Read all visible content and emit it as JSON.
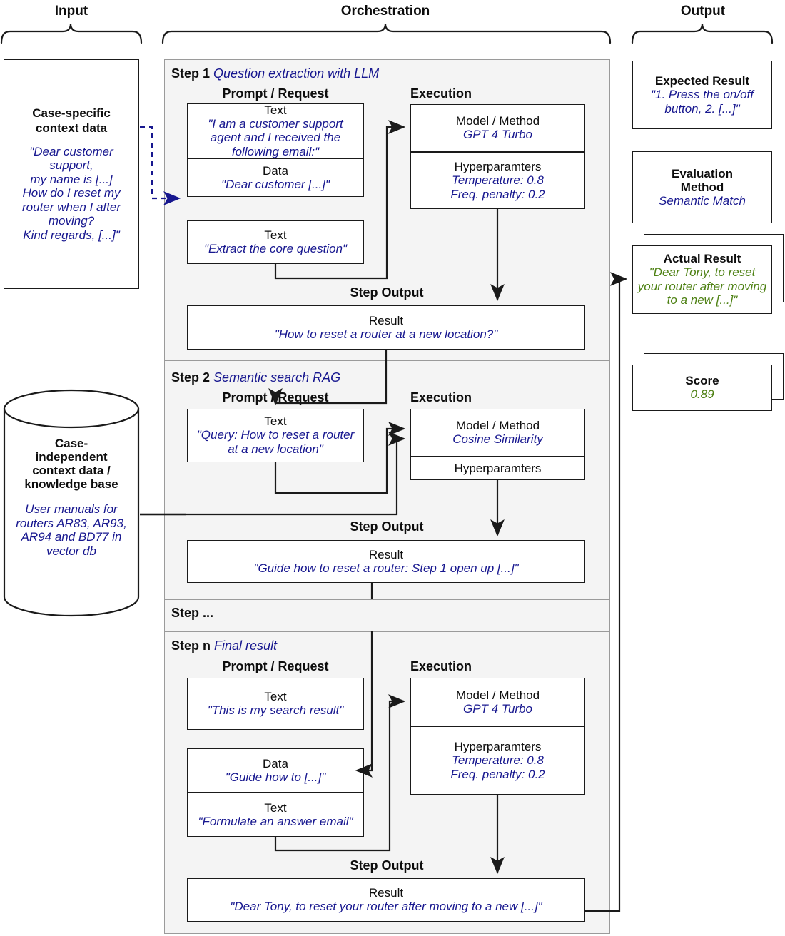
{
  "columns": {
    "input": "Input",
    "orchestration": "Orchestration",
    "output": "Output"
  },
  "input": {
    "case_specific": {
      "title_line1": "Case-specific",
      "title_line2": "context data",
      "text": "\"Dear customer support,\nmy name is [...]\nHow do I reset my router when I after moving?\nKind regards, [...]\""
    },
    "knowledge_base": {
      "title_line1": "Case-",
      "title_line2": "independent",
      "title_line3": "context data /",
      "title_line4": "knowledge base",
      "text": "User manuals for routers AR83, AR93, AR94 and BD77 in vector db"
    }
  },
  "orchestration": {
    "section_labels": {
      "prompt_request": "Prompt / Request",
      "execution": "Execution",
      "step_output": "Step Output"
    },
    "steps": [
      {
        "name": "Step 1",
        "subtitle": "Question extraction with LLM",
        "prompt_blocks": [
          {
            "kind": "Text",
            "value": "\"I am a customer support agent and I received the following email:\""
          },
          {
            "kind": "Data",
            "value": "\"Dear customer [...]\""
          },
          {
            "kind": "Text",
            "value": "\"Extract  the core question\""
          }
        ],
        "execution": {
          "model_label": "Model / Method",
          "model_value": "GPT 4 Turbo",
          "hyper_label": "Hyperparamters",
          "hyper_line1": "Temperature: 0.8",
          "hyper_line2": "Freq. penalty: 0.2"
        },
        "output": {
          "label": "Result",
          "value": "\"How to reset a router at a new location?\""
        }
      },
      {
        "name": "Step 2",
        "subtitle": "Semantic search RAG",
        "prompt_blocks": [
          {
            "kind": "Text",
            "value": "\"Query: How to reset a router at a new location\""
          }
        ],
        "execution": {
          "model_label": "Model / Method",
          "model_value": "Cosine Similarity",
          "hyper_label": "Hyperparamters",
          "hyper_line1": "",
          "hyper_line2": ""
        },
        "output": {
          "label": "Result",
          "value": "\"Guide how to reset a router: Step 1 open up [...]\""
        }
      },
      {
        "name": "Step ...",
        "subtitle": "",
        "prompt_blocks": [],
        "execution": {},
        "output": {}
      },
      {
        "name": "Step n",
        "subtitle": "Final result",
        "prompt_blocks": [
          {
            "kind": "Text",
            "value": "\"This is my search result\""
          },
          {
            "kind": "Data",
            "value": "\"Guide how to [...]\""
          },
          {
            "kind": "Text",
            "value": "\"Formulate an answer email\""
          }
        ],
        "execution": {
          "model_label": "Model / Method",
          "model_value": "GPT 4 Turbo",
          "hyper_label": "Hyperparamters",
          "hyper_line1": "Temperature: 0.8",
          "hyper_line2": "Freq. penalty: 0.2"
        },
        "output": {
          "label": "Result",
          "value": "\"Dear Tony, to reset your router after moving to a new [...]\""
        }
      }
    ]
  },
  "output": {
    "expected_result": {
      "title": "Expected Result",
      "value": "\"1. Press the on/off button, 2. [...]\""
    },
    "evaluation_method": {
      "title_line1": "Evaluation",
      "title_line2": "Method",
      "value": "Semantic Match"
    },
    "actual_result": {
      "title": "Actual Result",
      "value": "\"Dear Tony, to reset your router after moving to a new [...]\""
    },
    "score": {
      "title": "Score",
      "value": "0.89"
    }
  },
  "colors": {
    "blue": "#17178f",
    "green": "#4e8114",
    "panel_bg": "#f4f4f4",
    "stroke": "#1a1a1a"
  }
}
